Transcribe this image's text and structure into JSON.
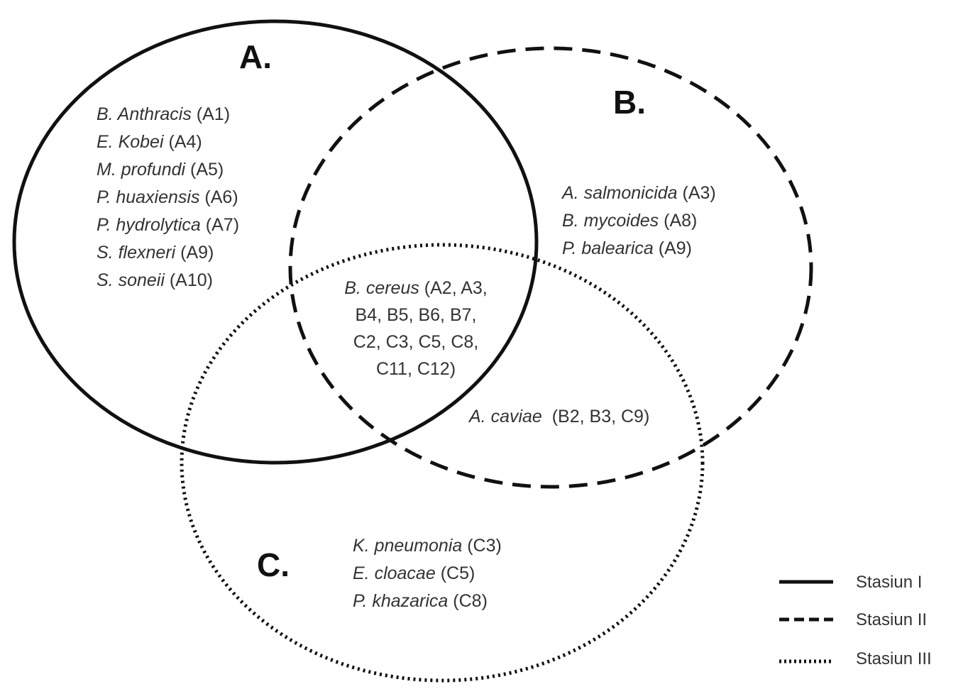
{
  "sets": {
    "a": {
      "label": "A.",
      "line_style": "solid"
    },
    "b": {
      "label": "B.",
      "line_style": "dashed"
    },
    "c": {
      "label": "C.",
      "line_style": "dotted"
    }
  },
  "regions": {
    "a_only": [
      {
        "species": "B. Anthracis",
        "codes": " (A1)"
      },
      {
        "species": "E. Kobei",
        "codes": " (A4)"
      },
      {
        "species": "M. profundi",
        "codes": " (A5)"
      },
      {
        "species": "P. huaxiensis",
        "codes": " (A6)"
      },
      {
        "species": "P. hydrolytica",
        "codes": " (A7)"
      },
      {
        "species": "S. flexneri",
        "codes": " (A9)"
      },
      {
        "species": "S. soneii",
        "codes": " (A10)"
      }
    ],
    "b_only": [
      {
        "species": "A. salmonicida",
        "codes": " (A3)"
      },
      {
        "species": "B. mycoides",
        "codes": " (A8)"
      },
      {
        "species": "P. balearica",
        "codes": " (A9)"
      }
    ],
    "c_only": [
      {
        "species": "K. pneumonia",
        "codes": " (C3)"
      },
      {
        "species": "E. cloacae",
        "codes": " (C5)"
      },
      {
        "species": "P. khazarica",
        "codes": " (C8)"
      }
    ],
    "abc": {
      "species": "B. cereus",
      "line1_codes": " (A2, A3,",
      "line2": "B4, B5, B6, B7,",
      "line3": "C2, C3, C5, C8,",
      "line4": "C11, C12)"
    },
    "bc": {
      "species": "A. caviae",
      "codes": "  (B2, B3, C9)"
    }
  },
  "legend": [
    {
      "label": "Stasiun I",
      "line_style": "solid"
    },
    {
      "label": "Stasiun II",
      "line_style": "dashed"
    },
    {
      "label": "Stasiun III",
      "line_style": "dotted"
    }
  ]
}
